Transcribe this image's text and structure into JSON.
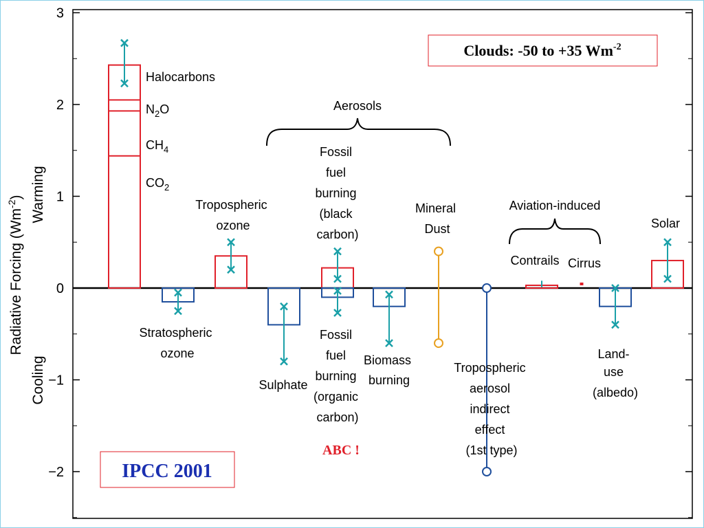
{
  "chart_data": {
    "type": "bar",
    "ylabel": "Radiative Forcing  (Wm",
    "ylabel_sup": "-2",
    "ylabel_close": ")",
    "ylabel_warming": "Warming",
    "ylabel_cooling": "Cooling",
    "ylim": [
      -2.5,
      3
    ],
    "yticks": [
      {
        "value": 3,
        "label": "3"
      },
      {
        "value": 2,
        "label": "2"
      },
      {
        "value": 1,
        "label": "1"
      },
      {
        "value": 0,
        "label": "0"
      },
      {
        "value": -1,
        "label": "−1"
      },
      {
        "value": -2,
        "label": "−2"
      }
    ],
    "stacked_bar": {
      "segments": [
        {
          "name": "CO2",
          "label": "CO",
          "sub": "2",
          "value": 1.44
        },
        {
          "name": "CH4",
          "label": "CH",
          "sub": "4",
          "value": 0.49
        },
        {
          "name": "N2O",
          "label": "N",
          "sub": "2",
          "label2": "O",
          "value": 0.12
        },
        {
          "name": "Halocarbons",
          "label": "Halocarbons",
          "value": 0.38
        }
      ],
      "total": 2.43,
      "uncertainty": [
        2.23,
        2.67
      ]
    },
    "bars": [
      {
        "key": "strat_ozone",
        "value": -0.15,
        "low": -0.05,
        "high": -0.25,
        "color": "#1f4f9c",
        "err_color": "#1aa0a8"
      },
      {
        "key": "trop_ozone",
        "value": 0.35,
        "low": 0.2,
        "high": 0.5,
        "color": "#e0202a",
        "err_color": "#1aa0a8"
      },
      {
        "key": "sulphate",
        "value": -0.4,
        "low": -0.2,
        "high": -0.8,
        "color": "#1f4f9c",
        "err_color": "#1aa0a8"
      },
      {
        "key": "black_carbon",
        "value": 0.22,
        "low": 0.1,
        "high": 0.4,
        "color": "#e0202a",
        "err_color": "#1aa0a8"
      },
      {
        "key": "organic_carbon",
        "value": -0.1,
        "low": -0.03,
        "high": -0.27,
        "color": "#1f4f9c",
        "err_color": "#1aa0a8"
      },
      {
        "key": "biomass",
        "value": -0.2,
        "low": -0.07,
        "high": -0.6,
        "color": "#1f4f9c",
        "err_color": "#1aa0a8"
      },
      {
        "key": "contrails",
        "value": 0.03,
        "low": 0.01,
        "high": 0.08,
        "color": "#e0202a",
        "err_color": "#1aa0a8"
      },
      {
        "key": "land_use",
        "value": -0.2,
        "low": 0.0,
        "high": -0.4,
        "color": "#1f4f9c",
        "err_color": "#1aa0a8"
      },
      {
        "key": "solar",
        "value": 0.3,
        "low": 0.1,
        "high": 0.5,
        "color": "#e0202a",
        "err_color": "#1aa0a8"
      }
    ],
    "ranges": [
      {
        "key": "mineral_dust",
        "low": -0.6,
        "high": 0.4,
        "color": "#e8a020"
      },
      {
        "key": "indirect_effect",
        "low": -2.0,
        "high": 0.0,
        "color": "#1f4f9c"
      },
      {
        "key": "cirrus",
        "low": 0.03,
        "high": 0.06,
        "color": "#e0202a"
      }
    ],
    "labels": {
      "halocarbons": "Halocarbons",
      "aerosols": "Aerosols",
      "aviation": "Aviation-induced",
      "trop_ozone": [
        "Tropospheric",
        "ozone"
      ],
      "strat_ozone": [
        "Stratospheric",
        "ozone"
      ],
      "black_carbon": [
        "Fossil",
        "fuel",
        "burning",
        "(black",
        "carbon)"
      ],
      "organic_carbon": [
        "Fossil",
        "fuel",
        "burning",
        "(organic",
        "carbon)"
      ],
      "sulphate": "Sulphate",
      "biomass": [
        "Biomass",
        "burning"
      ],
      "mineral_dust": [
        "Mineral",
        "Dust"
      ],
      "indirect_effect": [
        "Tropospheric",
        "aerosol",
        "indirect",
        "effect",
        "(1st type)"
      ],
      "contrails": "Contrails",
      "cirrus": "Cirrus",
      "land_use": [
        "Land-",
        "use",
        "(albedo)"
      ],
      "solar": "Solar"
    },
    "annotations": {
      "clouds": "Clouds: -50 to +35 Wm",
      "clouds_sup": "-2",
      "abc": "ABC !",
      "ipcc": "IPCC 2001"
    }
  }
}
